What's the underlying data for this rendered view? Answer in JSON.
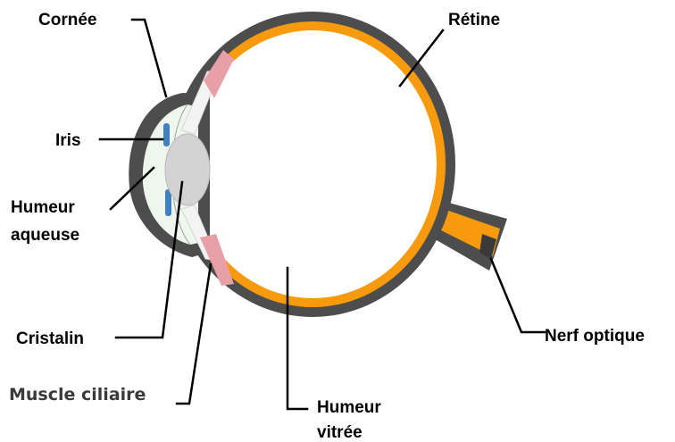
{
  "labels": {
    "cornee": "Cornée",
    "iris": "Iris",
    "humeur_aqueuse_line1": "Humeur",
    "humeur_aqueuse_line2": "aqueuse",
    "cristalin": "Cristalin",
    "muscle_ciliaire": "Muscle ciliaire",
    "retine": "Rétine",
    "nerf_optique": "Nerf optique",
    "humeur_vitree_line1": "Humeur",
    "humeur_vitree_line2": "vitrée"
  },
  "colors": {
    "sclera": "#4d4d4d",
    "retina": "#f79a0e",
    "vitreous": "#ffffff",
    "cornea_aqueous": "#eef6ee",
    "lens": "#d3d3d3",
    "iris": "#3f80c0",
    "ciliary_muscle": "#e8a0a8",
    "leader_lines": "#000000"
  }
}
